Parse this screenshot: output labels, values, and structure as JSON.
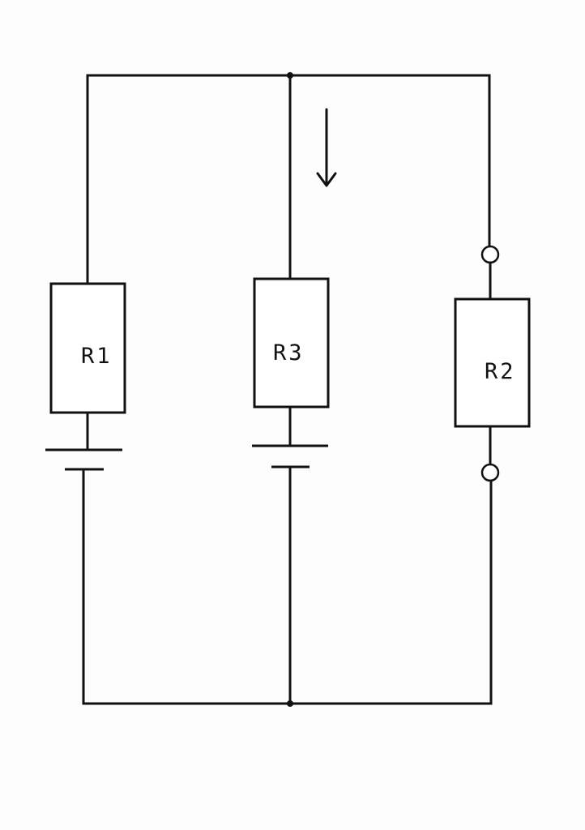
{
  "diagram": {
    "labels": {
      "r1": "R1",
      "r3": "R3",
      "r2": "R2"
    },
    "colors": {
      "line": "#111111",
      "background": "#fdfdfd"
    }
  }
}
